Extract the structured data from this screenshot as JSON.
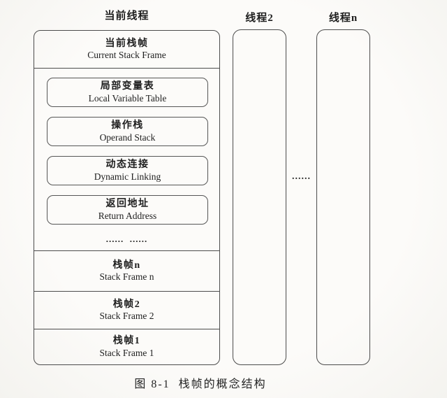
{
  "colors": {
    "page_bg": "#fbfaf7",
    "line": "#4c4c4c",
    "text": "#1e1e1e"
  },
  "labels": {
    "current_thread": "当前线程",
    "thread2": "线程2",
    "thread_n": "线程n"
  },
  "current_frame": {
    "zh": "当前栈帧",
    "en": "Current Stack Frame"
  },
  "parts": [
    {
      "zh": "局部变量表",
      "en": "Local Variable Table"
    },
    {
      "zh": "操作栈",
      "en": "Operand Stack"
    },
    {
      "zh": "动态连接",
      "en": "Dynamic Linking"
    },
    {
      "zh": "返回地址",
      "en": "Return Address"
    }
  ],
  "ellipsis_inner": "......  ......",
  "frames": [
    {
      "zh": "栈帧n",
      "en": "Stack Frame n"
    },
    {
      "zh": "栈帧2",
      "en": "Stack Frame 2"
    },
    {
      "zh": "栈帧1",
      "en": "Stack Frame 1"
    }
  ],
  "ellipsis_between": "......",
  "caption": "图 8-1  栈帧的概念结构"
}
